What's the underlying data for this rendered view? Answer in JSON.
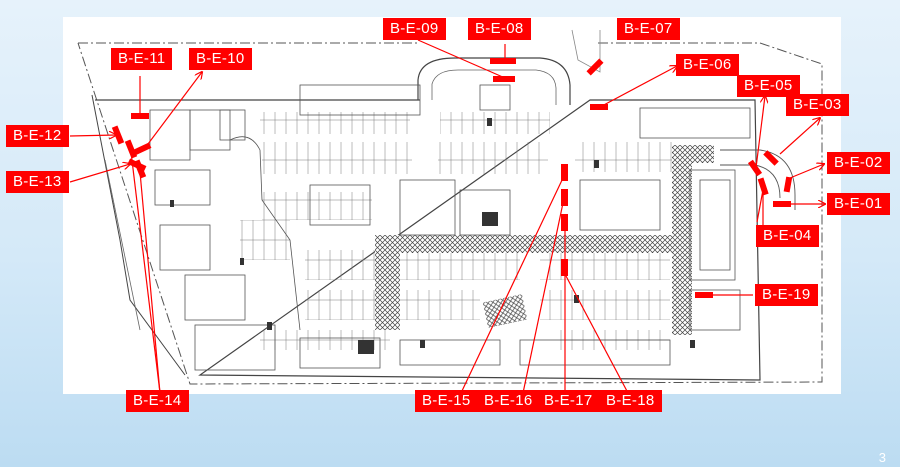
{
  "labels": {
    "b_e_01": "B-E-01",
    "b_e_02": "B-E-02",
    "b_e_03": "B-E-03",
    "b_e_04": "B-E-04",
    "b_e_05": "B-E-05",
    "b_e_06": "B-E-06",
    "b_e_07": "B-E-07",
    "b_e_08": "B-E-08",
    "b_e_09": "B-E-09",
    "b_e_10": "B-E-10",
    "b_e_11": "B-E-11",
    "b_e_12": "B-E-12",
    "b_e_13": "B-E-13",
    "b_e_14": "B-E-14",
    "b_e_15": "B-E-15",
    "b_e_16": "B-E-16",
    "b_e_17": "B-E-17",
    "b_e_18": "B-E-18",
    "b_e_19": "B-E-19"
  },
  "page_number": "3",
  "colors": {
    "label_bg": "#ff0000",
    "label_text": "#ffffff",
    "marker": "#ff0000",
    "leader_line": "#ff0000",
    "plan_lines": "#555555",
    "background": "#d4e9f8"
  }
}
